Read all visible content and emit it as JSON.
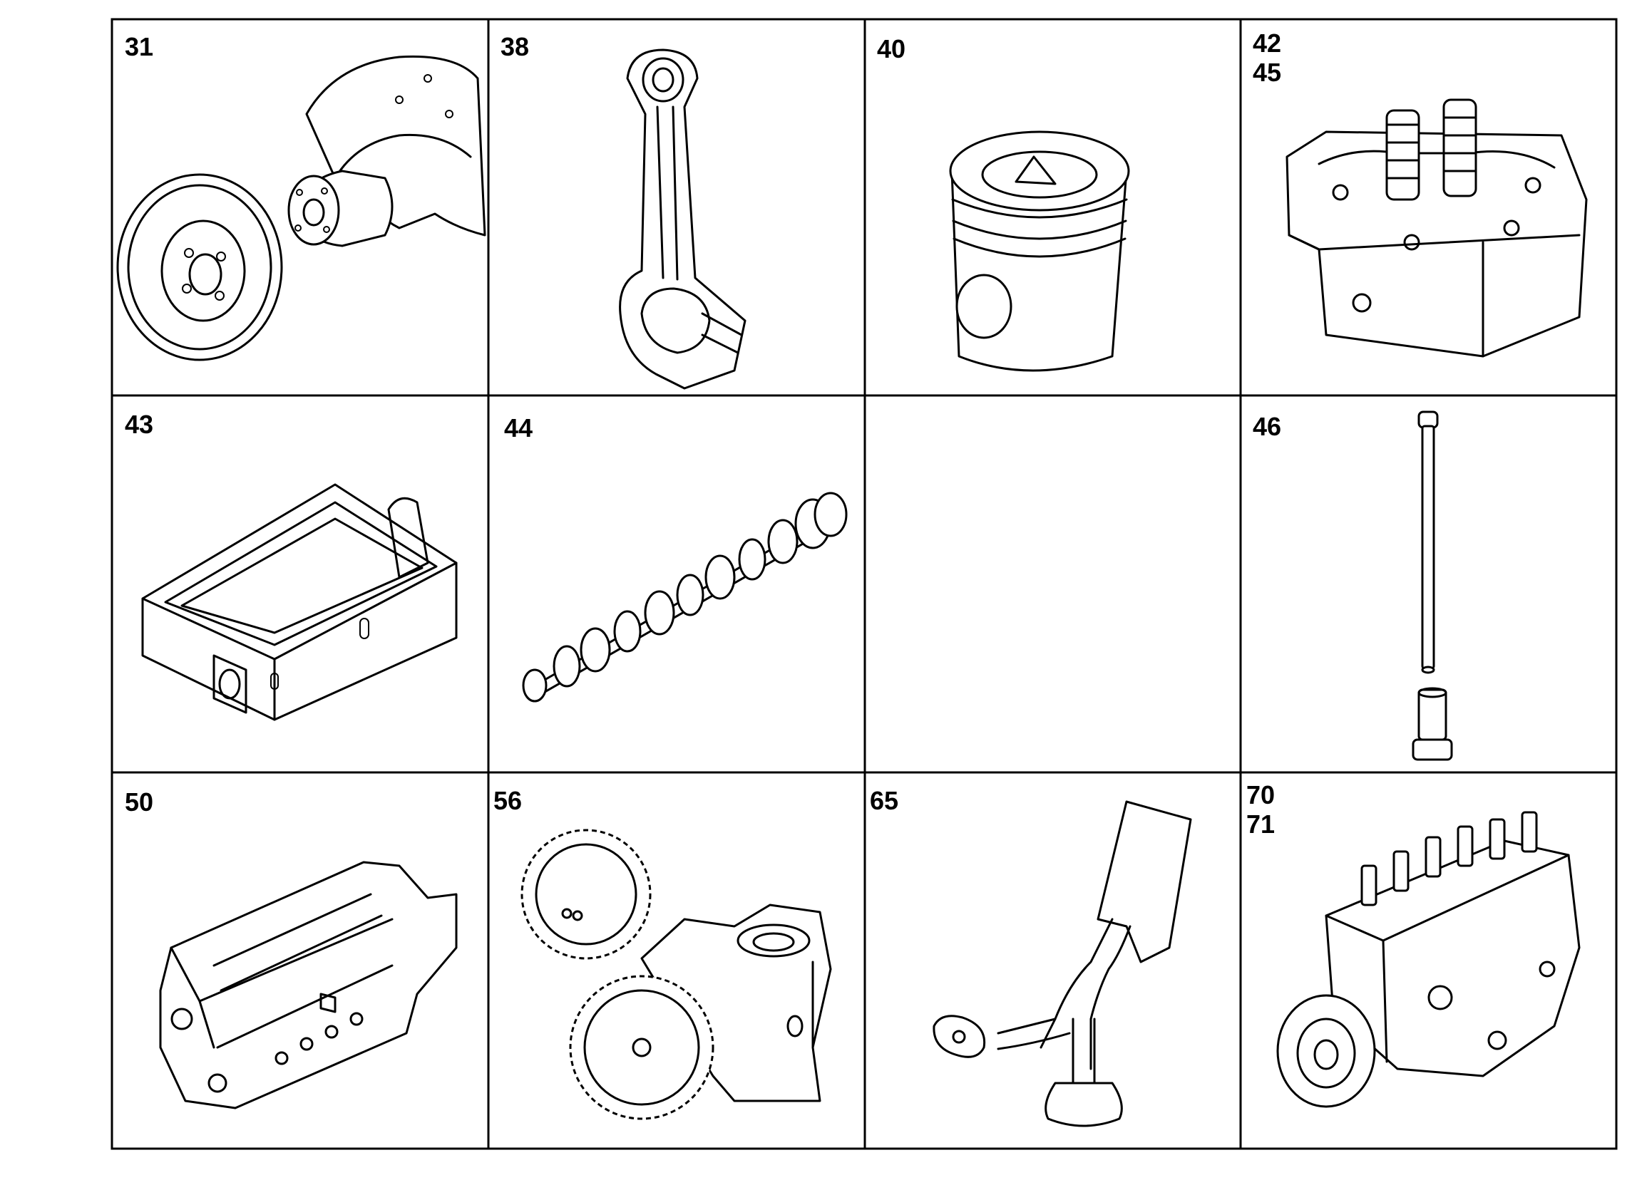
{
  "cells": [
    {
      "id": "crankshaft-assembly",
      "labels": [
        "31"
      ]
    },
    {
      "id": "connecting-rod",
      "labels": [
        "38"
      ]
    },
    {
      "id": "piston",
      "labels": [
        "40"
      ]
    },
    {
      "id": "cylinder-head",
      "labels": [
        "42",
        "45"
      ]
    },
    {
      "id": "oil-sump-frame",
      "labels": [
        "43"
      ]
    },
    {
      "id": "camshaft",
      "labels": [
        "44"
      ]
    },
    {
      "id": "empty",
      "labels": []
    },
    {
      "id": "push-rod-and-tappet",
      "labels": [
        "46"
      ]
    },
    {
      "id": "oil-cooler",
      "labels": [
        "50"
      ]
    },
    {
      "id": "oil-pump",
      "labels": [
        "56"
      ]
    },
    {
      "id": "oil-suction-pipe",
      "labels": [
        "65"
      ]
    },
    {
      "id": "injection-pump",
      "labels": [
        "70",
        "71"
      ]
    }
  ]
}
